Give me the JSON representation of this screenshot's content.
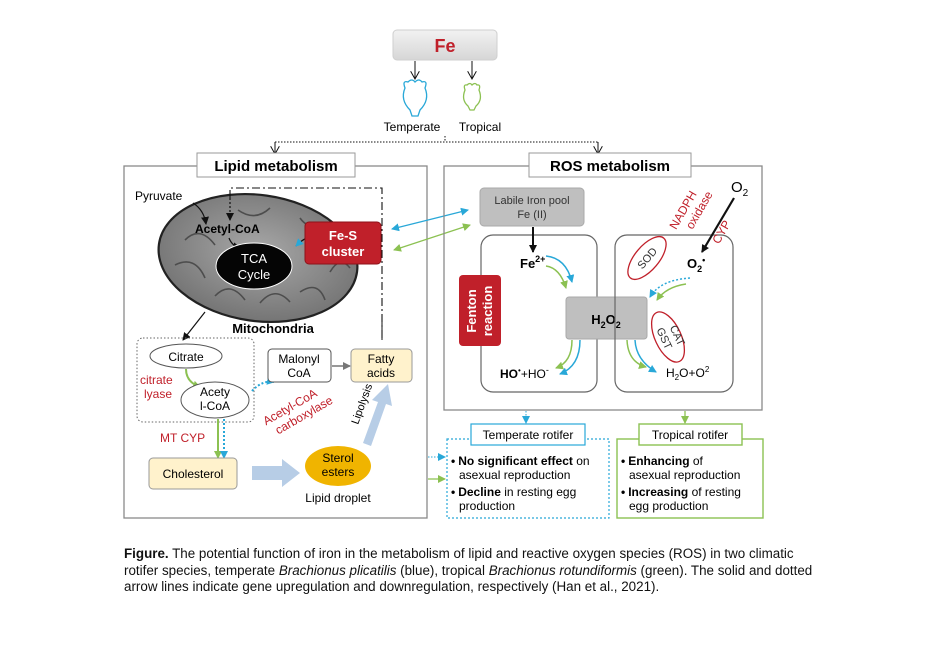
{
  "top": {
    "fe": "Fe",
    "temperate": "Temperate",
    "tropical": "Tropical"
  },
  "lipid": {
    "title": "Lipid metabolism",
    "pyruvate": "Pyruvate",
    "acetyl_coa": "Acetyl-CoA",
    "tca_line1": "TCA",
    "tca_line2": "Cycle",
    "fes_line1": "Fe-S",
    "fes_line2": "cluster",
    "mitochondria": "Mitochondria",
    "citrate": "Citrate",
    "citrate_lyase_line1": "citrate",
    "citrate_lyase_line2": "lyase",
    "acetyl_line1": "Acety",
    "acetyl_line2": "l-CoA",
    "malonyl_line1": "Malonyl",
    "malonyl_line2": "CoA",
    "fatty_line1": "Fatty",
    "fatty_line2": "acids",
    "acc_line1": "Acetyl-CoA",
    "acc_line2": "carboxylase",
    "mt_cyp": "MT CYP",
    "cholesterol": "Cholesterol",
    "sterol_line1": "Sterol",
    "sterol_line2": "esters",
    "lipolysis": "Lipolysis",
    "lipid_droplet": "Lipid droplet"
  },
  "ros": {
    "title": "ROS metabolism",
    "labile_line1": "Labile Iron pool",
    "labile_line2": "Fe (II)",
    "fe2": "Fe",
    "fe2_sup": "2+",
    "fenton_line1": "Fenton",
    "fenton_line2": "reaction",
    "h2o2_h": "H",
    "h2o2_sub1": "2",
    "h2o2_o": "O",
    "h2o2_sub2": "2",
    "ho_radical": "HO",
    "ho_dot": "•",
    "ho_plus": "+HO",
    "ho_minus": "-",
    "nadph_line1": "NADPH",
    "nadph_line2": "oxidase",
    "cyp": "CYP",
    "o2_o": "O",
    "o2_sub": "2",
    "o2r_o": "O",
    "o2r_sub": "2",
    "o2r_dot": "•",
    "sod": "SOD",
    "cat": "CAT",
    "gst": "GST",
    "h2o_o2": "H",
    "h2o_sub": "2",
    "h2o_rest": "O+O",
    "h2o_sup": "2"
  },
  "temperate_box": {
    "title": "Temperate rotifer",
    "b1_bold": "No significant effect",
    "b1_rest": " on",
    "b1_line2": "asexual reproduction",
    "b2_bold": "Decline",
    "b2_rest": " in resting egg",
    "b2_line2": "production"
  },
  "tropical_box": {
    "title": "Tropical rotifer",
    "b1_bold": "Enhancing",
    "b1_rest": " of",
    "b1_line2": "asexual reproduction",
    "b2_bold": "Increasing",
    "b2_rest": " of  resting",
    "b2_line2": "egg production"
  },
  "caption": {
    "label": "Figure.",
    "p1": " The potential function  of iron in the metabolism of lipid and reactive oxygen species (ROS) in two climatic rotifer species, temperate ",
    "sp1": "Brachionus plicatilis",
    "p2": " (blue), tropical ",
    "sp2": "Brachionus rotundiformis",
    "p3": " (green). The solid and dotted arrow lines indicate gene upregulation and downregulation,  respectively (Han et al., 2021)."
  },
  "colors": {
    "red": "#c0202a",
    "blue": "#29a8d8",
    "green": "#8cc152",
    "gray_box": "#bfbfbf",
    "light_blue_arrow": "#b7cde6",
    "sterol": "#f0b400"
  }
}
